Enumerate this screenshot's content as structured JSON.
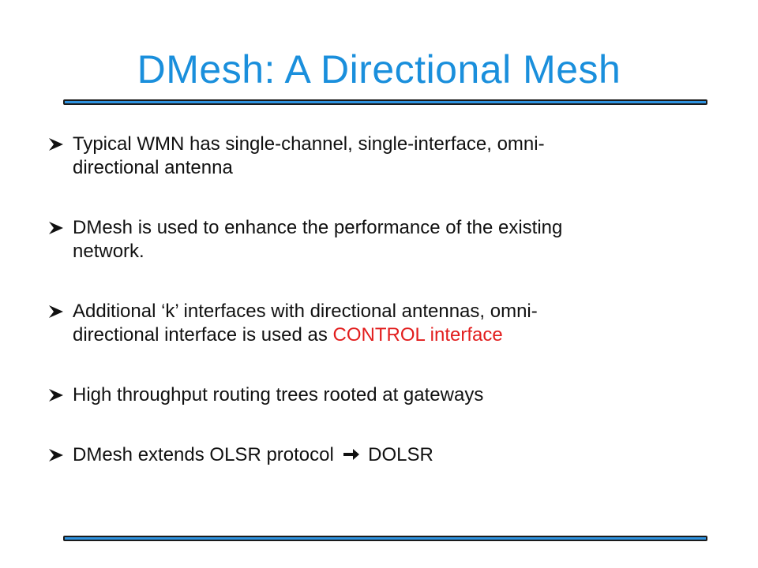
{
  "slide": {
    "title": "DMesh: A Directional Mesh",
    "bullets": [
      {
        "line1": "Typical WMN has single-channel, single-interface, omni-",
        "line2": "directional antenna"
      },
      {
        "line1": "DMesh is used to enhance the performance of the existing",
        "line2": "network."
      },
      {
        "line1": "Additional ‘k’ interfaces with directional antennas, omni-",
        "line2_prefix": "directional interface is used as ",
        "line2_highlight": "CONTROL interface"
      },
      {
        "line1": "High throughput routing trees rooted at gateways"
      },
      {
        "line1_prefix": "DMesh extends OLSR protocol ",
        "line1_suffix": " DOLSR"
      }
    ]
  },
  "colors": {
    "title": "#1a8fdc",
    "rule": "#2f93e0",
    "text": "#111111",
    "highlight": "#e21d1d"
  },
  "icons": {
    "bullet": "arrowhead-bullet-icon",
    "inline": "right-arrow-icon"
  }
}
